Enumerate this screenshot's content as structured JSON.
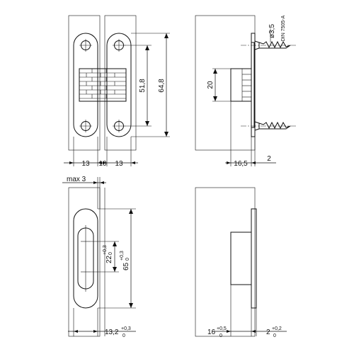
{
  "dims": {
    "d51_8": "51,8",
    "d64_8": "64,8",
    "d13_left": "13",
    "d10": "10",
    "d13_right": "13",
    "d20": "20",
    "d16_5": "16,5",
    "d2_top": "2",
    "dia": "ø3,5",
    "din": "DIN 7505-A",
    "max3": "max 3",
    "d22": "22",
    "d22_tol_up": "+0,3",
    "d22_tol_low": "0",
    "d65": "65",
    "d65_tol_up": "+0,3",
    "d65_tol_low": "0",
    "d13_2": "13,2",
    "d13_2_tol_up": "+0,3",
    "d13_2_tol_low": "0",
    "d16": "16",
    "d16_tol_up": "+0,5",
    "d16_tol_low": "0",
    "d2_bottom": "2",
    "d2_tol_up": "+0,2",
    "d2_tol_low": "0"
  }
}
